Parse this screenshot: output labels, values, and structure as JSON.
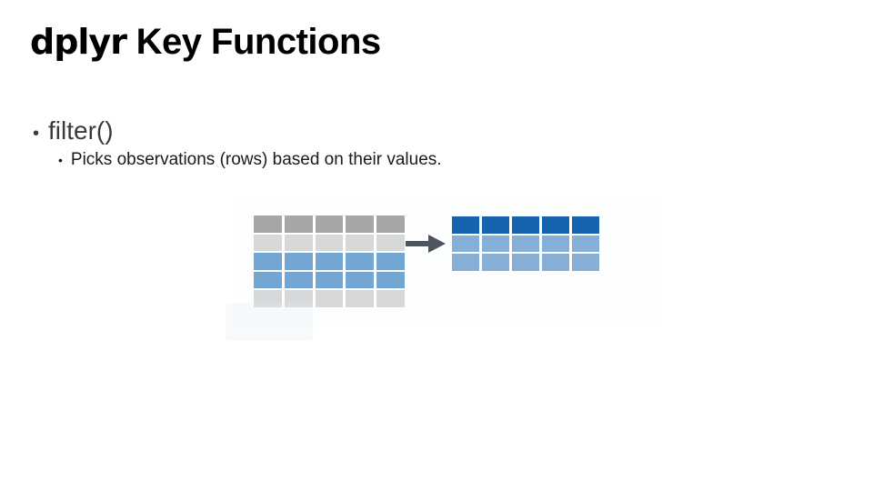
{
  "slide": {
    "title": {
      "brand": "dplyr",
      "rest": " Key Functions"
    },
    "bullets": [
      {
        "level": 1,
        "glyph": "•",
        "text": "filter()"
      },
      {
        "level": 2,
        "glyph": "•",
        "text": "Picks observations (rows) based on their values."
      }
    ]
  },
  "diagram": {
    "description": "unfiltered table transformed by arrow into filtered table of selected rows",
    "left_table": {
      "cols": 5,
      "rows": 5,
      "row_colors": [
        "#a6a6a6",
        "#d6d8da",
        "#74a6d4",
        "#74a6d4",
        "#d6d8da"
      ],
      "header_color": "#a6a6a6",
      "highlight_color": "#74a6d4",
      "muted_color": "#d6d8da"
    },
    "right_table": {
      "cols": 5,
      "rows": 3,
      "row_colors": [
        "#1563b1",
        "#86afd7",
        "#86afd7"
      ],
      "header_color": "#1563b1",
      "body_color": "#86afd7"
    },
    "arrow": {
      "direction": "right",
      "color": "#4d565f"
    }
  },
  "colors": {
    "background": "#ffffff",
    "title_text": "#000000",
    "bullet1_text": "#3a3a3a",
    "bullet2_text": "#1a1a1a"
  }
}
